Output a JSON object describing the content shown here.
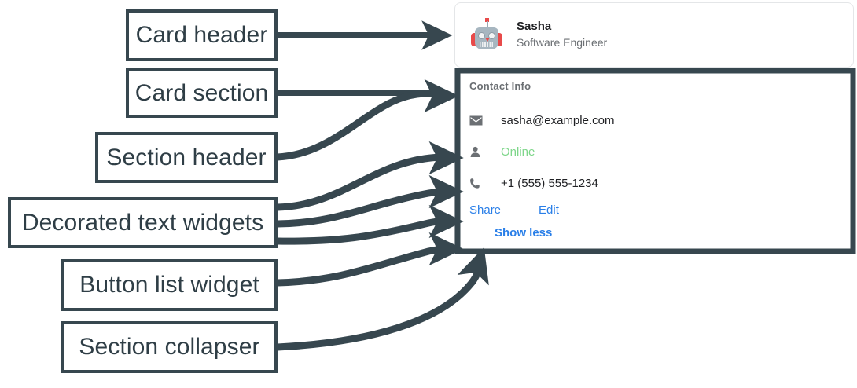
{
  "annotations": [
    {
      "id": "card-header",
      "label": "Card header"
    },
    {
      "id": "card-section",
      "label": "Card section"
    },
    {
      "id": "section-header",
      "label": "Section header"
    },
    {
      "id": "decorated-text-widgets",
      "label": "Decorated text widgets"
    },
    {
      "id": "button-list-widget",
      "label": "Button list widget"
    },
    {
      "id": "section-collapser",
      "label": "Section collapser"
    }
  ],
  "card": {
    "header": {
      "avatar_icon": "robot-avatar-icon",
      "title": "Sasha",
      "subtitle": "Software Engineer"
    },
    "section": {
      "header": "Contact Info",
      "rows": [
        {
          "icon": "email-icon",
          "text": "sasha@example.com",
          "status": ""
        },
        {
          "icon": "person-icon",
          "text": "Online",
          "status": "online"
        },
        {
          "icon": "phone-icon",
          "text": "+1 (555) 555-1234",
          "status": ""
        }
      ],
      "buttons": [
        {
          "label": "Share"
        },
        {
          "label": "Edit"
        }
      ],
      "collapser": "Show less"
    }
  },
  "colors": {
    "annotation_stroke": "#37474f",
    "annotation_text": "#2f3e46",
    "link_blue": "#2a7fe8",
    "status_green": "#7ed68a",
    "muted_text": "#6b6f73",
    "primary_text": "#202124",
    "card_border": "#e4e6e8",
    "robot_red": "#e84a4a",
    "robot_body": "#a7b6c0"
  }
}
